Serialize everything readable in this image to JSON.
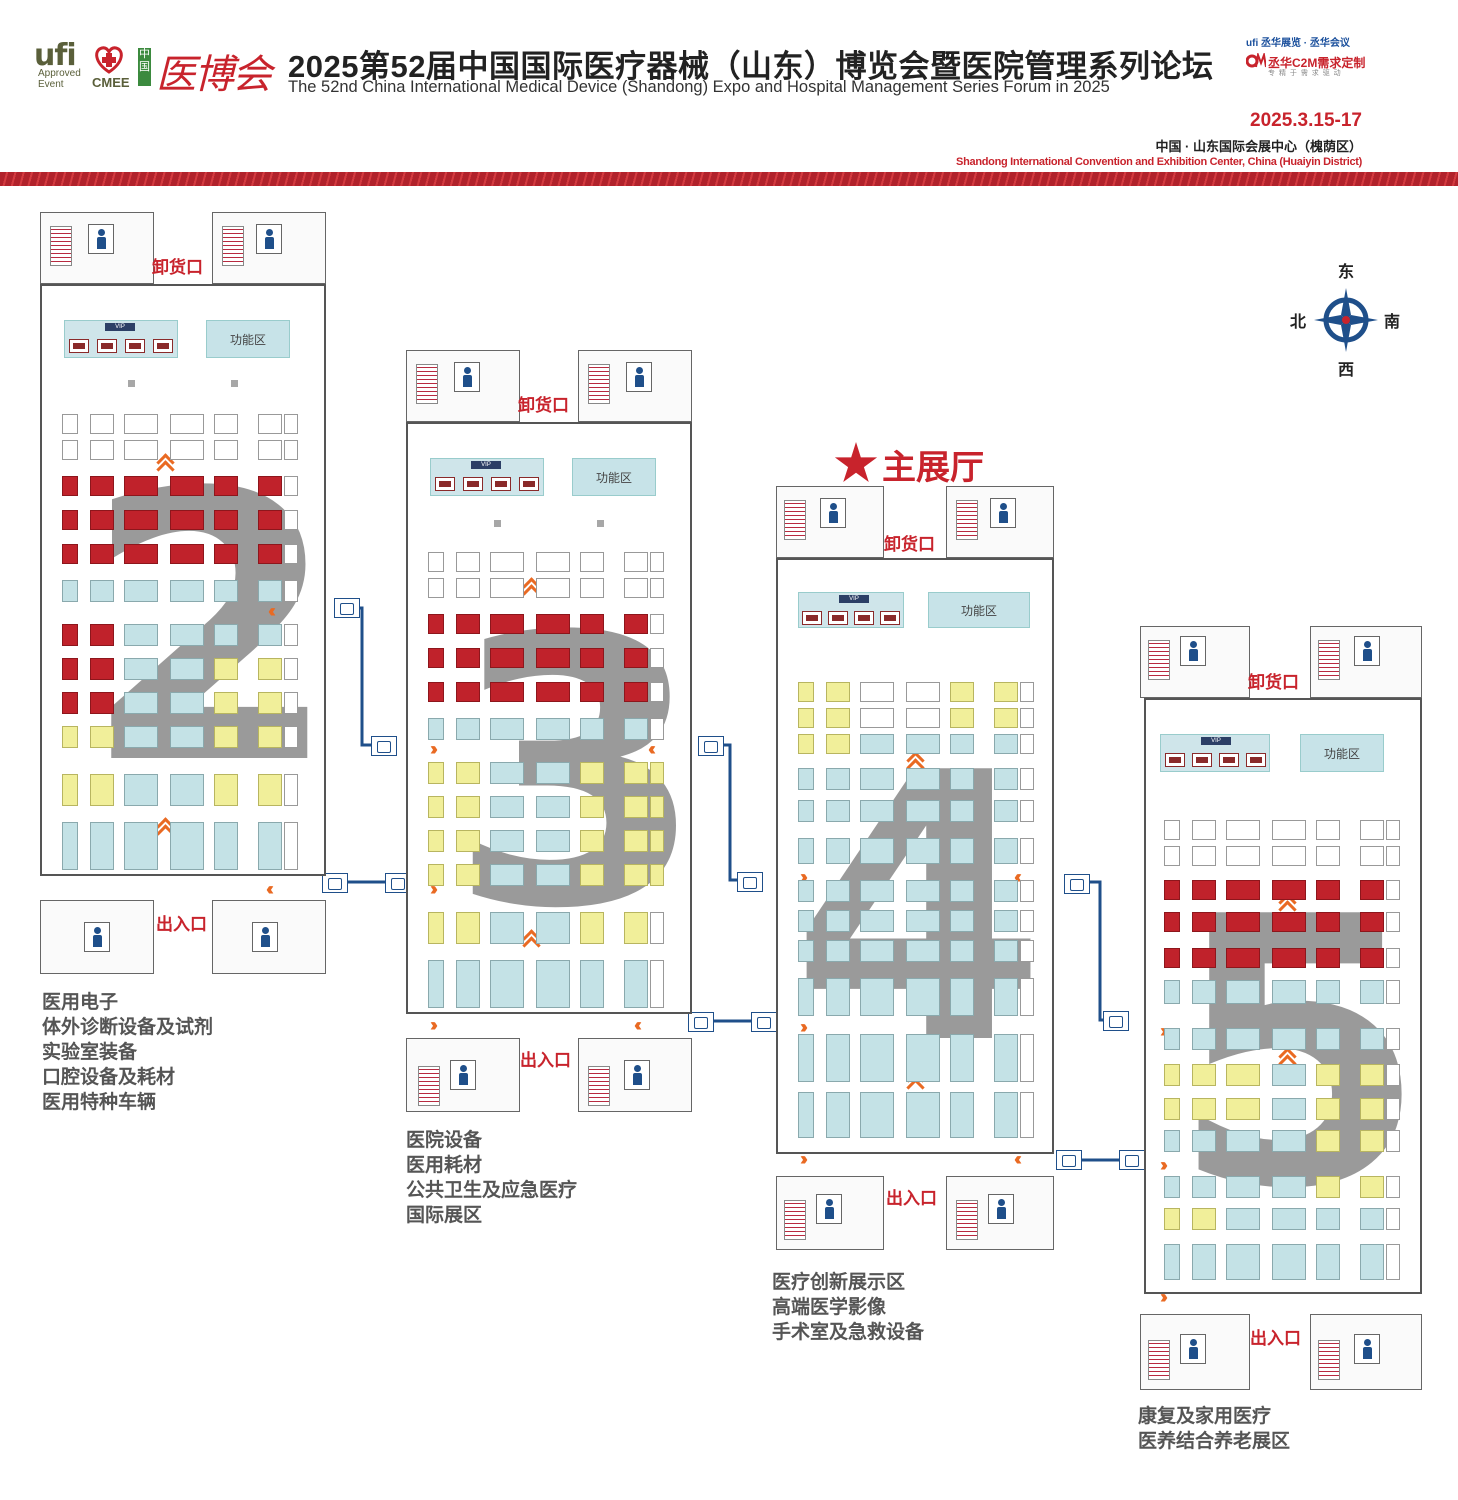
{
  "header": {
    "ufi_logo": "ufi",
    "ufi_sub": "Approved Event",
    "cmee": "CMEE",
    "cn_badge": "中国",
    "yibohui": "医博会",
    "title_cn": "2025第52届中国国际医疗器械（山东）博览会暨医院管理系列论坛",
    "title_en": "The 52nd China International Medical Device (Shandong) Expo and Hospital Management Series Forum in 2025",
    "sponsor_line1": "ufi 丞华展览 · 丞华会议",
    "sponsor_line2": "丞华C2M需求定制",
    "sponsor_line3": "专 精 于 需 求 驱 动",
    "date": "2025.3.15-17",
    "venue_cn": "中国 · 山东国际会展中心（槐荫区）",
    "venue_en": "Shandong International Convention and Exhibition Center, China (Huaiyin District)"
  },
  "compass": {
    "east": "东",
    "west": "西",
    "south": "南",
    "north": "北"
  },
  "labels": {
    "unloading": "卸货口",
    "entrance": "出入口",
    "function_area": "功能区",
    "vip": "VIP",
    "main_hall": "主展厅",
    "door": "出入口"
  },
  "halls": [
    {
      "number": "2",
      "categories": [
        "医用电子",
        "体外诊断设备及试剂",
        "实验室装备",
        "口腔设备及耗材",
        "医用特种车辆"
      ]
    },
    {
      "number": "3",
      "categories": [
        "医院设备",
        "医用耗材",
        "公共卫生及应急医疗",
        "国际展区"
      ]
    },
    {
      "number": "4",
      "categories": [
        "医疗创新展示区",
        "高端医学影像",
        "手术室及急救设备"
      ]
    },
    {
      "number": "5",
      "categories": [
        "康复及家用医疗",
        "医养结合养老展区"
      ]
    }
  ],
  "colors": {
    "brand_red": "#c8232c",
    "booth_blue": "#c4e2e6",
    "booth_red": "#c0222b",
    "booth_yellow": "#f1ef9a",
    "path_blue": "#1f4f8a",
    "arrow_orange": "#e96a23"
  }
}
